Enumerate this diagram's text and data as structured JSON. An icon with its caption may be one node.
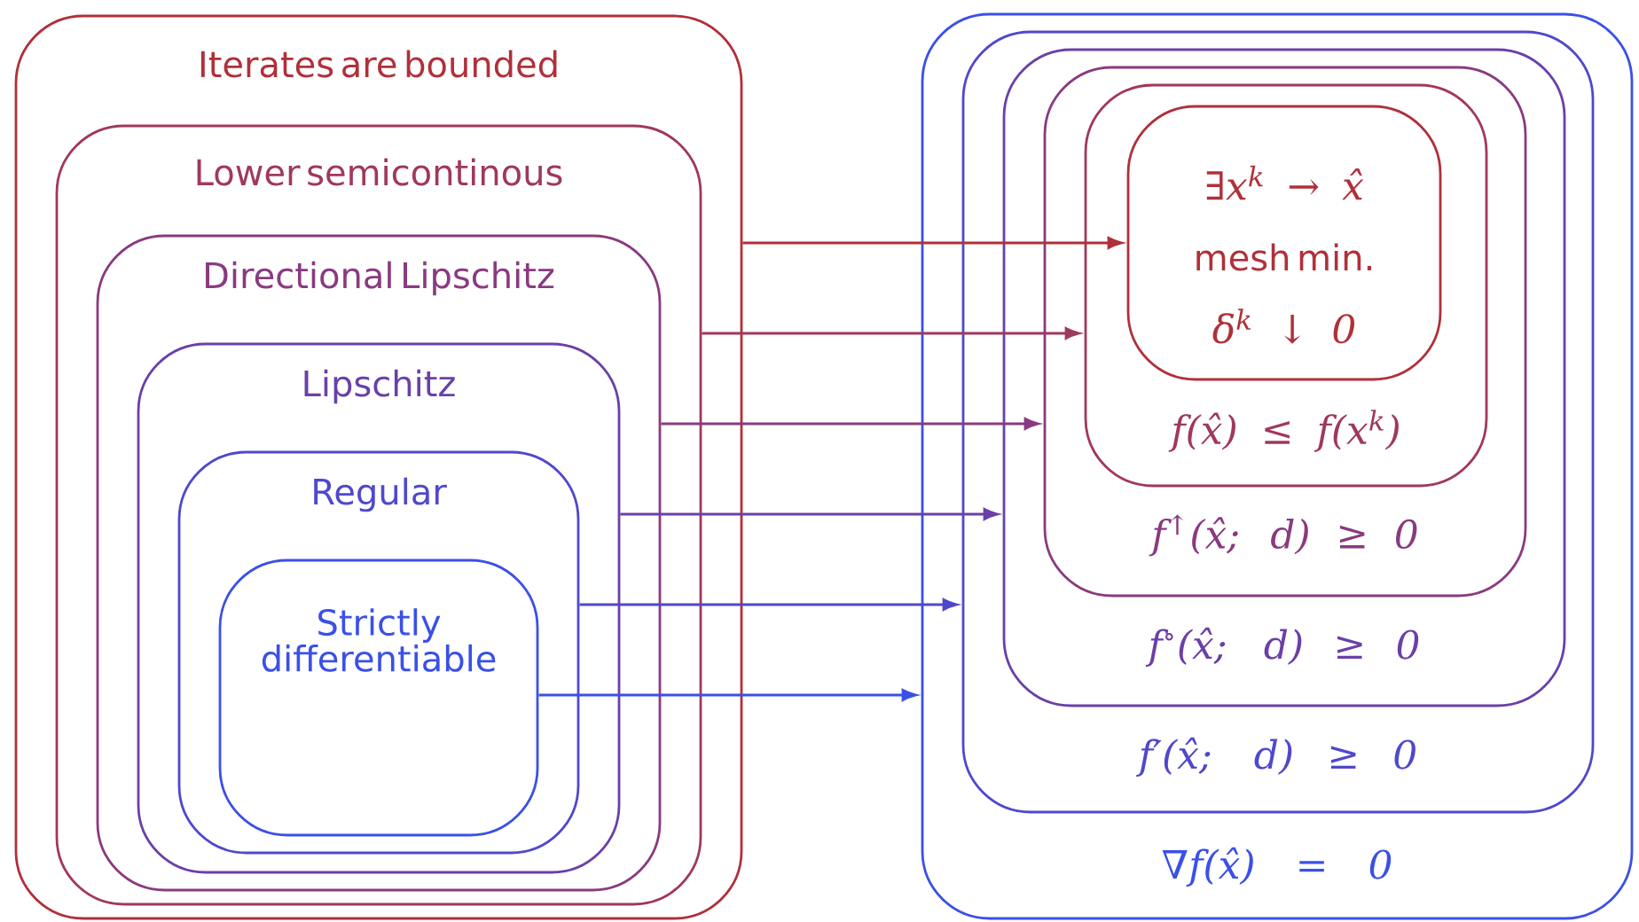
{
  "diagram": {
    "nodes": [
      {
        "text": [
          "Iterates are bounded"
        ]
      },
      {
        "text": [
          "Lower semicontinous"
        ],
        "in": 0
      },
      {
        "text": [
          "Directional Lipschitz"
        ],
        "in": 1
      },
      {
        "text": [
          "Lipschitz"
        ],
        "in": 2
      },
      {
        "text": [
          "Regular"
        ],
        "in": 3
      },
      {
        "text": [
          "Strictly differentiable"
        ],
        "in": 4
      },
      {
        "text": [
          "∇f(x̂) = 0"
        ]
      },
      {
        "text": [
          "f′(x̂; d) ≥ 0"
        ],
        "in": 6
      },
      {
        "text": [
          "f$^{∘}$(x̂; d) ≥ 0"
        ],
        "in": 7
      },
      {
        "text": [
          "f$^{↑}$(x̂; d) ≥ 0"
        ],
        "in": 8
      },
      {
        "text": [
          "f(x̂) ≤ f(x$^{k}$)"
        ],
        "in": 9
      },
      {
        "text": [
          "∃x$^{k}$ → x̂",
          "mesh min.",
          "δ$^{k}$ ↓ 0"
        ],
        "in": 10
      }
    ],
    "edges": [
      {
        "from": 0,
        "to": 11,
        "arrow": "to",
        "color": "#b0303a"
      },
      {
        "from": 1,
        "to": 10,
        "arrow": "to",
        "color": "#a0385e"
      },
      {
        "from": 2,
        "to": 9,
        "arrow": "to",
        "color": "#8a3a80"
      },
      {
        "from": 3,
        "to": 8,
        "arrow": "to",
        "color": "#6a40a8"
      },
      {
        "from": 4,
        "to": 7,
        "arrow": "to",
        "color": "#5048cc"
      },
      {
        "from": 5,
        "to": 6,
        "arrow": "to",
        "color": "#3a50e8"
      }
    ]
  }
}
